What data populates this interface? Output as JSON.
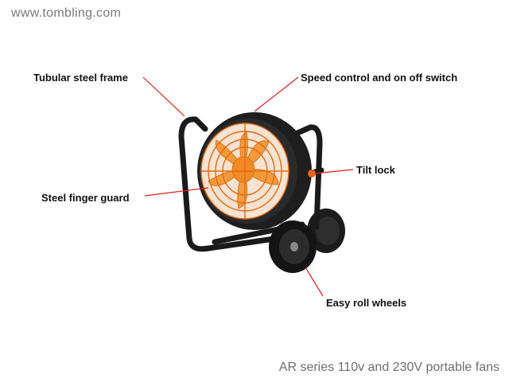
{
  "watermark": "www.tombling.com",
  "caption": "AR series 110v and 230V portable fans",
  "labels": {
    "frame": "Tubular steel frame",
    "speed": "Speed control and on off switch",
    "tilt": "Tilt lock",
    "guard": "Steel finger guard",
    "wheels": "Easy roll wheels"
  },
  "colors": {
    "leader_line": "#e0201a",
    "fan_blades": "#f39a3c",
    "guard_orange": "#e66a12",
    "frame_black": "#1a1a1a"
  }
}
